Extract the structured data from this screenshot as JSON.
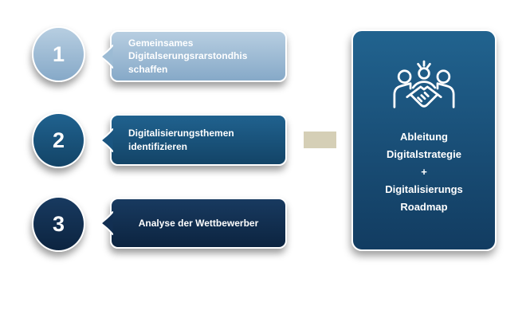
{
  "diagram": {
    "steps": [
      {
        "number": "1",
        "text": "Gemeinsames\nDigitalserungsrarstondhis\nschaffen"
      },
      {
        "number": "2",
        "text": "Digitalisierungsthemen\nidentifizieren"
      },
      {
        "number": "3",
        "text": "Analyse der Wettbewerber"
      }
    ],
    "result": {
      "icon": "partnership-handshake-icon",
      "lines": [
        "Ableitung",
        "Digitalstrategie",
        "+",
        "Digitalisierungs",
        "Roadmap"
      ]
    },
    "colors": {
      "step1_top": "#b7cee1",
      "step1_bottom": "#86a9c8",
      "step2_top": "#20628f",
      "step2_bottom": "#134467",
      "step3_top": "#183a60",
      "step3_bottom": "#0c2440",
      "result_box_top": "#21638f",
      "result_box_bottom": "#123c61",
      "connector": "#d5cfb6",
      "text": "#ffffff",
      "background": "#ffffff"
    }
  }
}
